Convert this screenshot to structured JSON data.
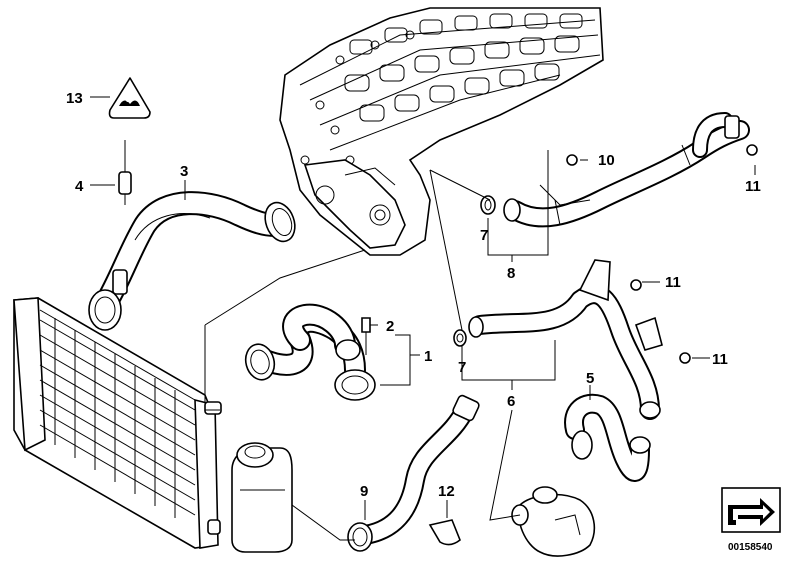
{
  "callouts": {
    "c1": "1",
    "c2": "2",
    "c3": "3",
    "c4": "4",
    "c5": "5",
    "c6": "6",
    "c7a": "7",
    "c7b": "7",
    "c8": "8",
    "c9": "9",
    "c10": "10",
    "c11a": "11",
    "c11b": "11",
    "c11c": "11",
    "c12": "12",
    "c13": "13"
  },
  "part_code": "00158540",
  "icons": {
    "warning": "triangle-warning-icon",
    "arrow": "view-direction-arrow-icon"
  }
}
